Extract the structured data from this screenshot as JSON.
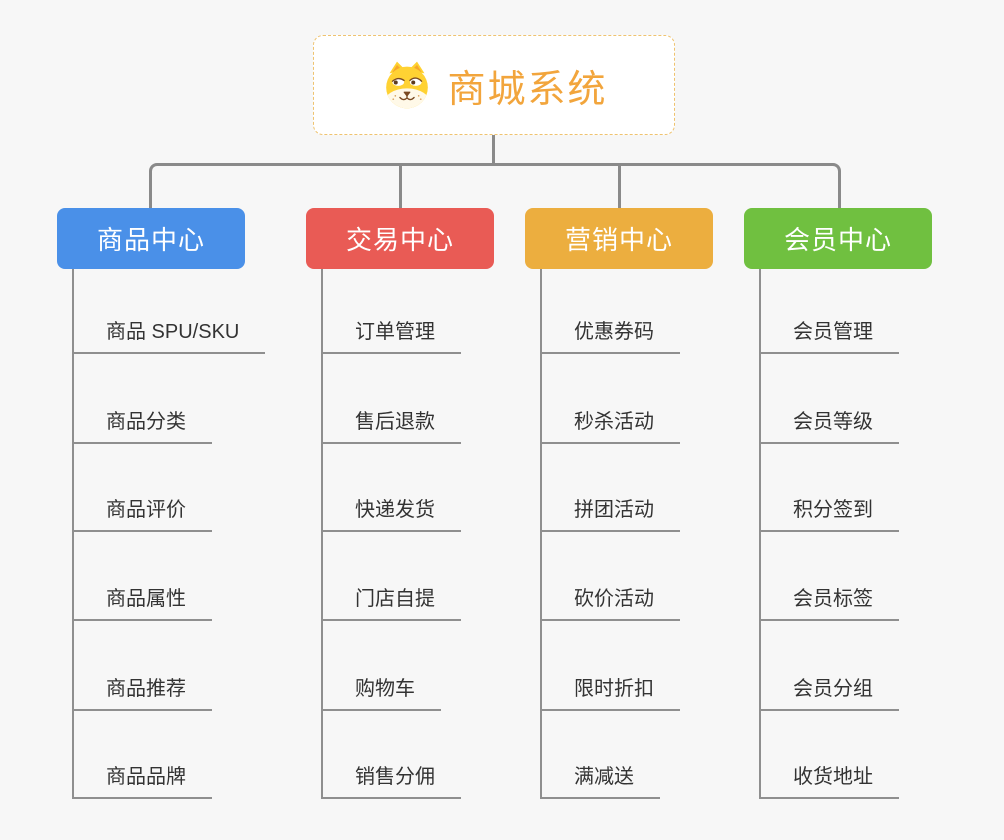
{
  "root": {
    "title": "商城系统",
    "icon": "dog-face-icon",
    "title_color": "#F2A53C",
    "border_color": "#EFC36F"
  },
  "connector_color": "#8A8A8A",
  "branches": [
    {
      "label": "商品中心",
      "color": "#4A90E8",
      "items": [
        "商品 SPU/SKU",
        "商品分类",
        "商品评价",
        "商品属性",
        "商品推荐",
        "商品品牌"
      ]
    },
    {
      "label": "交易中心",
      "color": "#E95B55",
      "items": [
        "订单管理",
        "售后退款",
        "快递发货",
        "门店自提",
        "购物车",
        "销售分佣"
      ]
    },
    {
      "label": "营销中心",
      "color": "#ECAE3F",
      "items": [
        "优惠券码",
        "秒杀活动",
        "拼团活动",
        "砍价活动",
        "限时折扣",
        "满减送"
      ]
    },
    {
      "label": "会员中心",
      "color": "#70C040",
      "items": [
        "会员管理",
        "会员等级",
        "积分签到",
        "会员标签",
        "会员分组",
        "收货地址"
      ]
    }
  ]
}
